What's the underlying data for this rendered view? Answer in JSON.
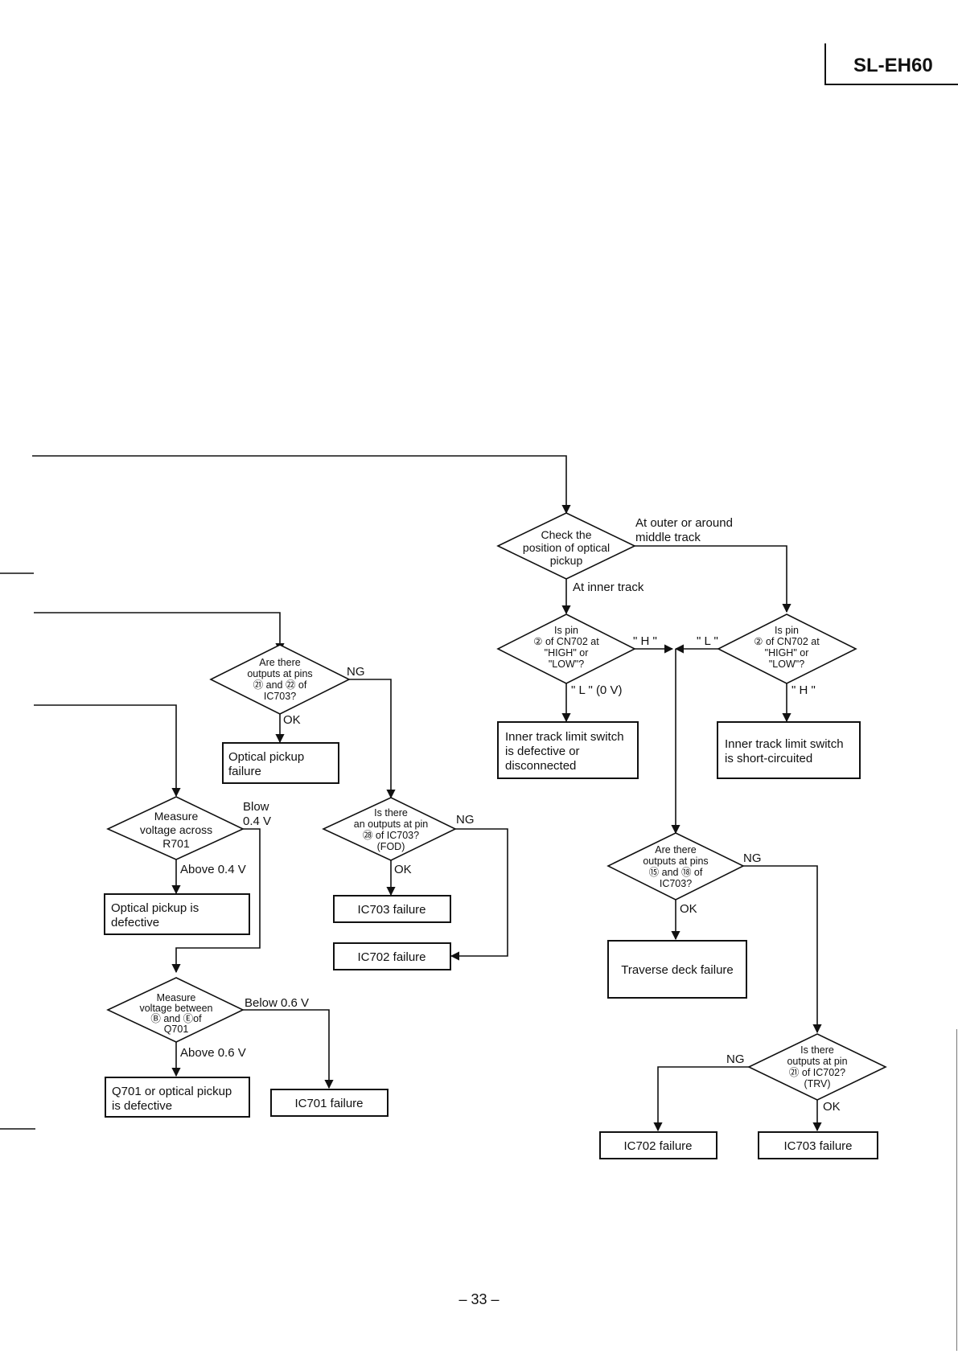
{
  "header": {
    "model": "SL-EH60"
  },
  "footer": {
    "page_number": "– 33 –"
  },
  "diagram": {
    "decisions": {
      "check_position": [
        "Check the",
        "position of optical",
        "pickup"
      ],
      "pin2_left": [
        "Is pin",
        "② of CN702 at",
        "\"HIGH\" or",
        "\"LOW\"?"
      ],
      "pin2_right": [
        "Is pin",
        "② of CN702 at",
        "\"HIGH\" or",
        "\"LOW\"?"
      ],
      "outputs_21_22": [
        "Are there",
        "outputs at pins",
        "㉑ and ㉒ of",
        "IC703?"
      ],
      "outputs_28": [
        "Is there",
        "an outputs at pin",
        "㉘ of IC703?",
        "(FOD)"
      ],
      "measure_r701": [
        "Measure",
        "voltage across",
        "R701"
      ],
      "measure_q701": [
        "Measure",
        "voltage between",
        "Ⓑ and Ⓔof",
        "Q701"
      ],
      "outputs_15_18": [
        "Are there",
        "outputs at pins",
        "⑮ and ⑱ of",
        "IC703?"
      ],
      "outputs_21_ic702": [
        "Is there",
        "outputs at pin",
        "㉑ of IC702?",
        "(TRV)"
      ]
    },
    "boxes": {
      "inner_switch_defective": [
        "Inner track limit switch",
        "is defective or",
        "disconnected"
      ],
      "inner_switch_short": [
        "Inner track limit switch",
        "is short-circuited"
      ],
      "optical_pickup_failure": [
        "Optical pickup",
        "failure"
      ],
      "optical_pickup_defective": [
        "Optical pickup is",
        "defective"
      ],
      "ic703_failure_mid": [
        "IC703 failure"
      ],
      "ic702_failure_mid": [
        "IC702 failure"
      ],
      "traverse_deck_failure": [
        "Traverse deck failure"
      ],
      "q701_defective": [
        "Q701 or optical pickup",
        "is defective"
      ],
      "ic701_failure": [
        "IC701 failure"
      ],
      "ic702_failure_bottom": [
        "IC702 failure"
      ],
      "ic703_failure_bottom": [
        "IC703 failure"
      ]
    },
    "labels": {
      "outer_middle": [
        "At outer or around",
        "middle track"
      ],
      "inner_track": "At inner track",
      "h_left": "\" H \"",
      "l_right": "\" L \"",
      "l_0v": "\" L \" (0 V)",
      "h_right": "\" H \"",
      "ng_21_22": "NG",
      "ok_21_22": "OK",
      "blow": [
        "Blow",
        "0.4 V"
      ],
      "above_04": "Above 0.4 V",
      "ng_28": "NG",
      "ok_28": "OK",
      "below_06": "Below 0.6 V",
      "above_06": "Above 0.6 V",
      "ng_15_18": "NG",
      "ok_15_18": "OK",
      "ng_ic702": "NG",
      "ok_ic702": "OK"
    }
  }
}
